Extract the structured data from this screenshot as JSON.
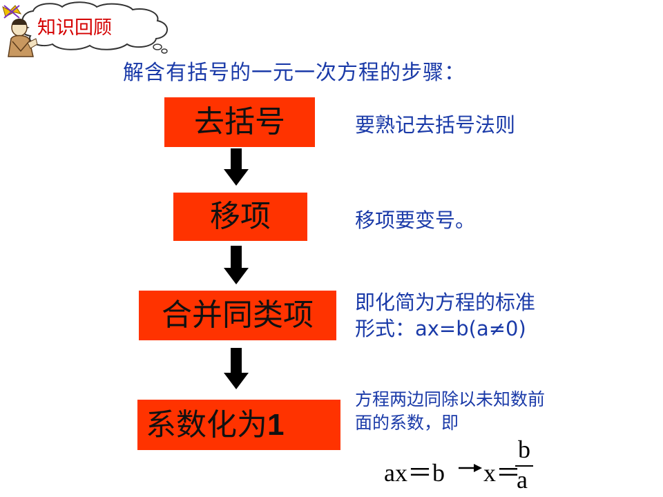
{
  "recap": {
    "label": "知识回顾"
  },
  "heading": "解含有括号的一元一次方程的步骤：",
  "steps": [
    {
      "label": "去括号"
    },
    {
      "label": "移项"
    },
    {
      "label": "合并同类项"
    },
    {
      "label": "系数化为",
      "suffix": "1"
    }
  ],
  "notes": {
    "n1": "要熟记去括号法则",
    "n2": "移项要变号。",
    "n3_line1": "即化简为方程的标准",
    "n3_line2": "形式：ax=b(a≠0)",
    "n4_line1": "方程两边同除以未知数前",
    "n4_line2": "面的系数，即"
  },
  "formula": {
    "left": "ax＝b",
    "middle": "x＝",
    "numerator": "b",
    "denominator": "a"
  },
  "colors": {
    "step_box": "#ff3300",
    "note_text": "#1a3aa8",
    "recap_text": "#d40000"
  },
  "icons": [
    "thought-cloud",
    "scholar-figure-icon",
    "down-arrow-icon",
    "right-arrow-icon"
  ]
}
